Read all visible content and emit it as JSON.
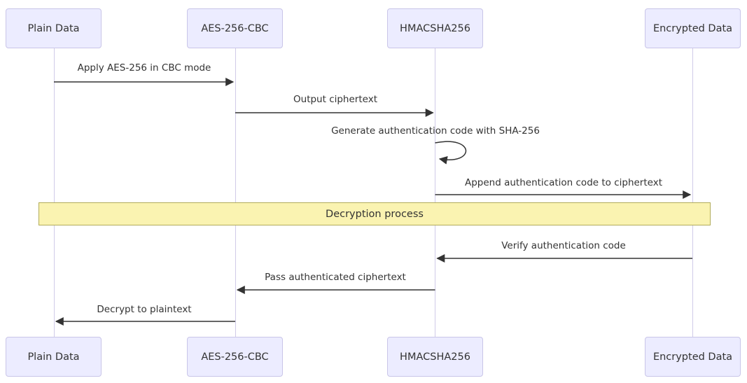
{
  "diagram": {
    "type": "sequence-diagram",
    "actors": [
      {
        "id": "plain-data",
        "label": "Plain Data"
      },
      {
        "id": "aes-256-cbc",
        "label": "AES-256-CBC"
      },
      {
        "id": "hmacsha256",
        "label": "HMACSHA256"
      },
      {
        "id": "encrypted-data",
        "label": "Encrypted Data"
      }
    ],
    "messages": [
      {
        "label": "Apply AES-256 in CBC mode",
        "from": "Plain Data",
        "to": "AES-256-CBC",
        "direction": "right"
      },
      {
        "label": "Output ciphertext",
        "from": "AES-256-CBC",
        "to": "HMACSHA256",
        "direction": "right"
      },
      {
        "label": "Generate authentication code with SHA-256",
        "from": "HMACSHA256",
        "to": "HMACSHA256",
        "direction": "self"
      },
      {
        "label": "Append authentication code to ciphertext",
        "from": "HMACSHA256",
        "to": "Encrypted Data",
        "direction": "right"
      },
      {
        "label": "Verify authentication code",
        "from": "Encrypted Data",
        "to": "HMACSHA256",
        "direction": "left"
      },
      {
        "label": "Pass authenticated ciphertext",
        "from": "HMACSHA256",
        "to": "AES-256-CBC",
        "direction": "left"
      },
      {
        "label": "Decrypt to plaintext",
        "from": "AES-256-CBC",
        "to": "Plain Data",
        "direction": "left"
      }
    ],
    "band": {
      "label": "Decryption process"
    },
    "colors": {
      "actor_fill": "#ECECFF",
      "actor_border": "#c9c5e8",
      "lifeline": "#d0cbe8",
      "band_fill": "#FAF3B1",
      "band_border": "#b2ac5a",
      "line": "#333333",
      "text": "#333333"
    }
  }
}
